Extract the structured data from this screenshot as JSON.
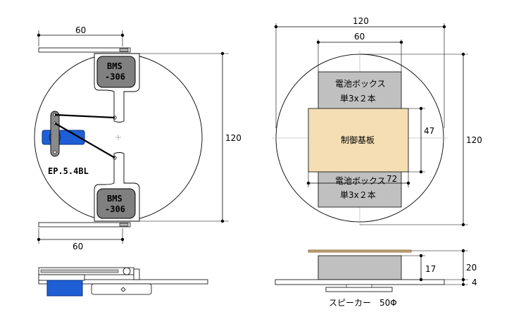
{
  "dimensions": {
    "left_top_width": "60",
    "left_bottom_width": "60",
    "left_height": "120",
    "right_outer_width": "120",
    "right_inner_width": "60",
    "right_height": "120",
    "board_height": "47",
    "board_width": "72",
    "speaker_box_height": "17",
    "side_height": "20",
    "base_thickness": "4"
  },
  "labels": {
    "servo_top_line1": "BMS",
    "servo_top_line2": "-306",
    "servo_bottom_line1": "BMS",
    "servo_bottom_line2": "-306",
    "small_servo": "EP.5.4BL",
    "battery_top_line1": "電池ボックス",
    "battery_top_line2": "単3x２本",
    "control_board": "制御基板",
    "battery_bottom_line1": "電池ボックス",
    "battery_bottom_line2": "単3x２本",
    "speaker": "スピーカー　50Φ"
  },
  "colors": {
    "servo_fill": "#808080",
    "battery_fill": "#c0c0c0",
    "board_fill": "#f5deb3",
    "small_servo_fill": "#1f5fd6",
    "lid_fill": "#c8a878"
  }
}
